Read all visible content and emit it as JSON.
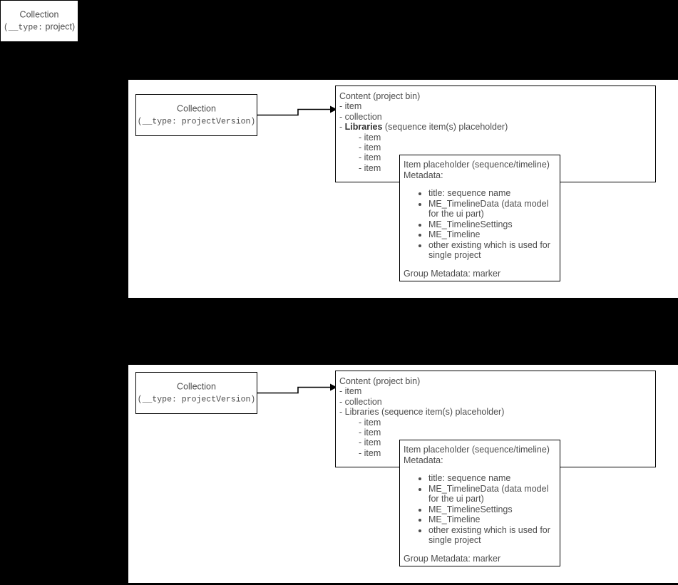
{
  "diagram": {
    "title_box": {
      "line1": "Collection",
      "line2_prefix": "(__type:",
      "line2_value": " project)"
    },
    "sections": [
      {
        "collection_box": {
          "line1": "Collection",
          "line2_prefix": "(__type:",
          "line2_value": " projectVersion)"
        },
        "content_box": {
          "header": "Content (project bin)",
          "rows": [
            "- item",
            "- collection"
          ],
          "libraries_label": "Libraries",
          "libraries_suffix": " (sequence item(s) placeholder)",
          "libraries_bold": true,
          "sub_items": [
            "- item",
            "- item",
            "- item",
            "- item"
          ]
        },
        "item_box": {
          "header_line1": "Item placeholder (sequence/timeline)",
          "header_line2": "Metadata:",
          "bullets": [
            "title: sequence name",
            "ME_TimelineData (data model for the ui part)",
            "ME_TimelineSettings",
            "ME_Timeline",
            "other existing which is used for single project"
          ],
          "footer": "Group Metadata: marker"
        }
      },
      {
        "collection_box": {
          "line1": "Collection",
          "line2_prefix": "(__type:",
          "line2_value": " projectVersion)"
        },
        "content_box": {
          "header": "Content (project bin)",
          "rows": [
            "- item",
            "- collection"
          ],
          "libraries_label": "Libraries",
          "libraries_suffix": " (sequence item(s) placeholder)",
          "libraries_bold": false,
          "sub_items": [
            "- item",
            "- item",
            "- item",
            "- item"
          ]
        },
        "item_box": {
          "header_line1": "Item placeholder (sequence/timeline)",
          "header_line2": "Metadata:",
          "bullets": [
            "title: sequence name",
            "ME_TimelineData (data model for the ui part)",
            "ME_TimelineSettings",
            "ME_Timeline",
            "other existing which is used for single project"
          ],
          "footer": "Group Metadata: marker"
        }
      }
    ],
    "colors": {
      "background": "#000000",
      "panel": "#ffffff",
      "stroke": "#000000",
      "text": "#4d4d4d"
    }
  }
}
